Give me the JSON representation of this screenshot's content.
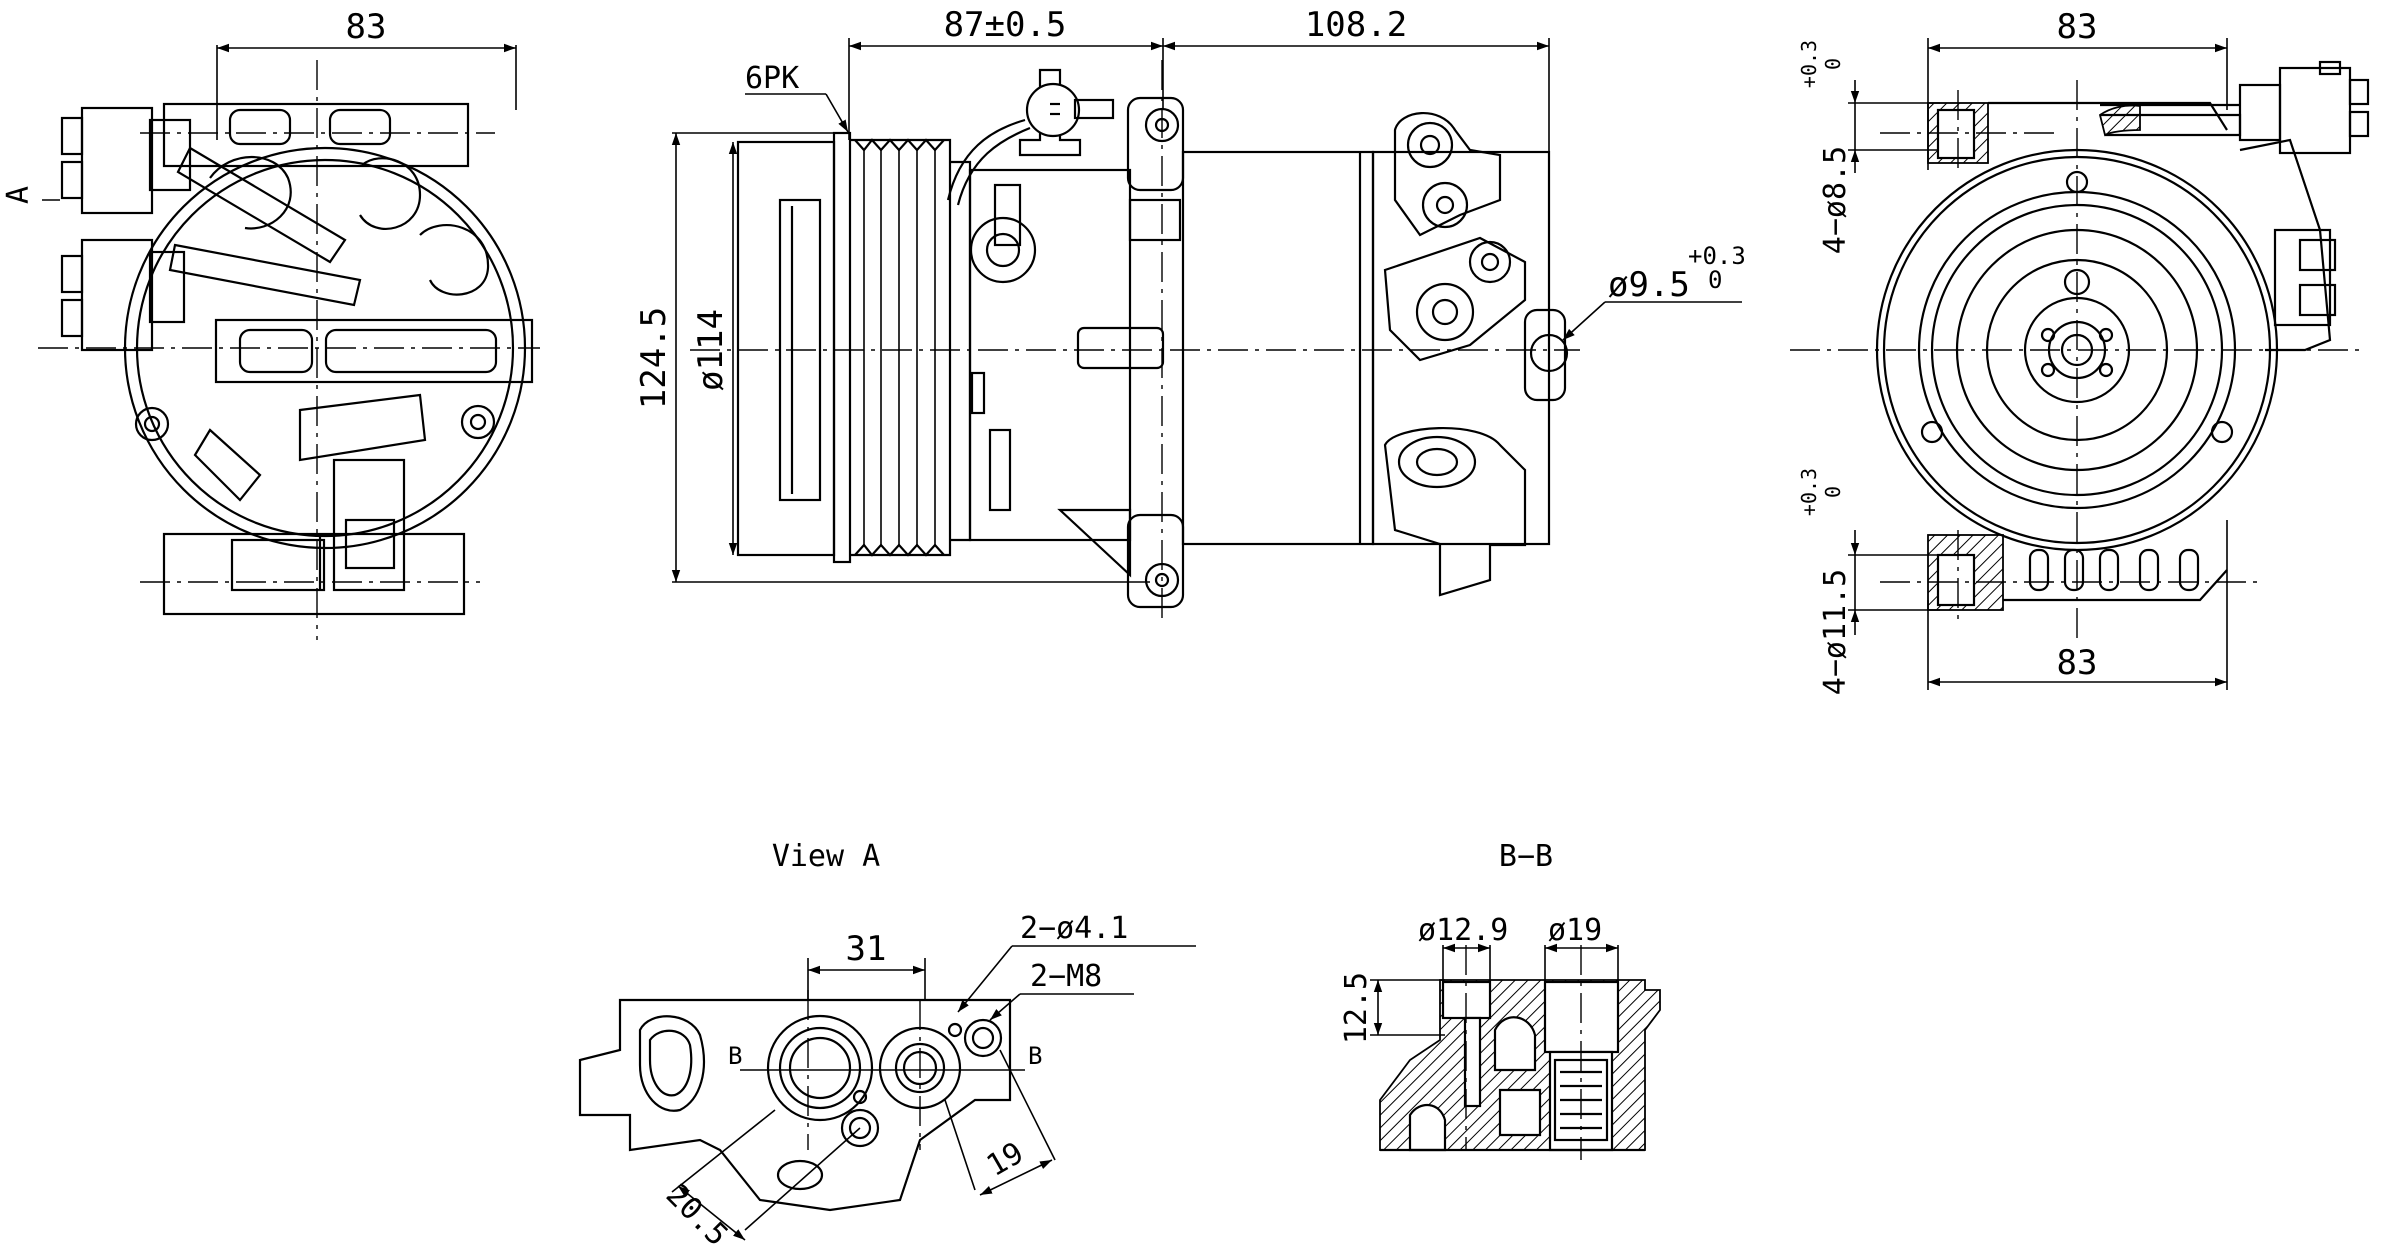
{
  "title": "",
  "views": {
    "front": {
      "view_marker": "A",
      "width_dim": "83"
    },
    "side": {
      "belt_label": "6PK",
      "pulley_offset_dim": "87±0.5",
      "body_length_dim": "108.2",
      "height_dim": "124.5",
      "pulley_dia_dim": "ø114",
      "mount_hole_dim": "ø9.5",
      "mount_hole_tol_upper": "+0.3",
      "mount_hole_tol_lower": "0"
    },
    "rear": {
      "top_width_dim": "83",
      "bottom_width_dim": "83",
      "top_hole_dim": "4−ø8.5",
      "top_hole_tol_upper": "+0.3",
      "top_hole_tol_lower": "0",
      "bottom_hole_dim": "4−ø11.5",
      "bottom_hole_tol_upper": "+0.3",
      "bottom_hole_tol_lower": "0"
    },
    "view_a": {
      "title": "View A",
      "port_spacing_dim": "31",
      "small_hole_dim": "2−ø4.1",
      "thread_dim": "2−M8",
      "section_marker_left": "B",
      "section_marker_right": "B",
      "angle_dim_left": "20.5",
      "angle_dim_right": "19"
    },
    "section_bb": {
      "title": "B−B",
      "port_left_dim": "ø12.9",
      "port_right_dim": "ø19",
      "depth_dim": "12.5"
    }
  },
  "colors": {
    "line": "#000000",
    "background": "#ffffff"
  }
}
